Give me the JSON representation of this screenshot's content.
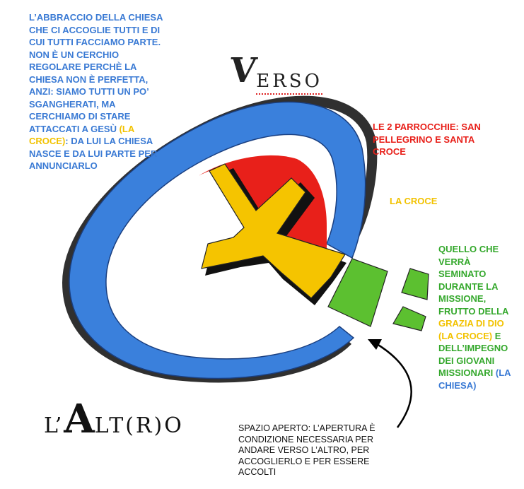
{
  "title": {
    "verso_initial": "V",
    "verso_rest": "ERSO",
    "altro_prefix": "L’",
    "altro_initial": "A",
    "altro_rest": "LT(R)O"
  },
  "labels": {
    "church_embrace": {
      "part1": "L’ABBRACCIO DELLA CHIESA CHE CI ACCOGLIE TUTTI E DI CUI TUTTI FACCIAMO PARTE. NON È UN CERCHIO REGOLARE PERCHÈ LA CHIESA NON È PERFETTA, ANZI: SIAMO TUTTI UN PO’ SGANGHERATI, MA CERCHIAMO DI STARE ATTACCATI A GESÙ ",
      "cross_ref": "(LA CROCE)",
      "part2": ": DA LUI LA CHIESA NASCE E DA LUI PARTE PER ANNUNCIARLO"
    },
    "parishes": "LE 2 PARROCCHIE: SAN PELLEGRINO E SANTA CROCE",
    "cross": "LA CROCE",
    "seeded": {
      "part1": "QUELLO CHE VERRÀ SEMINATO DURANTE LA MISSIONE, FRUTTO DELLA ",
      "grace": "GRAZIA DI DIO (LA CROCE)",
      "part2": " E DELL’IMPEGNO DEI GIOVANI MISSIONARI ",
      "church": "(LA CHIESA)"
    },
    "open_space": "SPAZIO APERTO: L’APERTURA È CONDIZIONE NECESSARIA PER ANDARE VERSO L’ALTRO, PER ACCOGLIERLO E PER ESSERE ACCOLTI"
  },
  "colors": {
    "blue": "#3a7ad4",
    "red": "#e8201a",
    "yellow": "#f2c200",
    "green": "#5cc030",
    "text_green": "#34a82c"
  }
}
